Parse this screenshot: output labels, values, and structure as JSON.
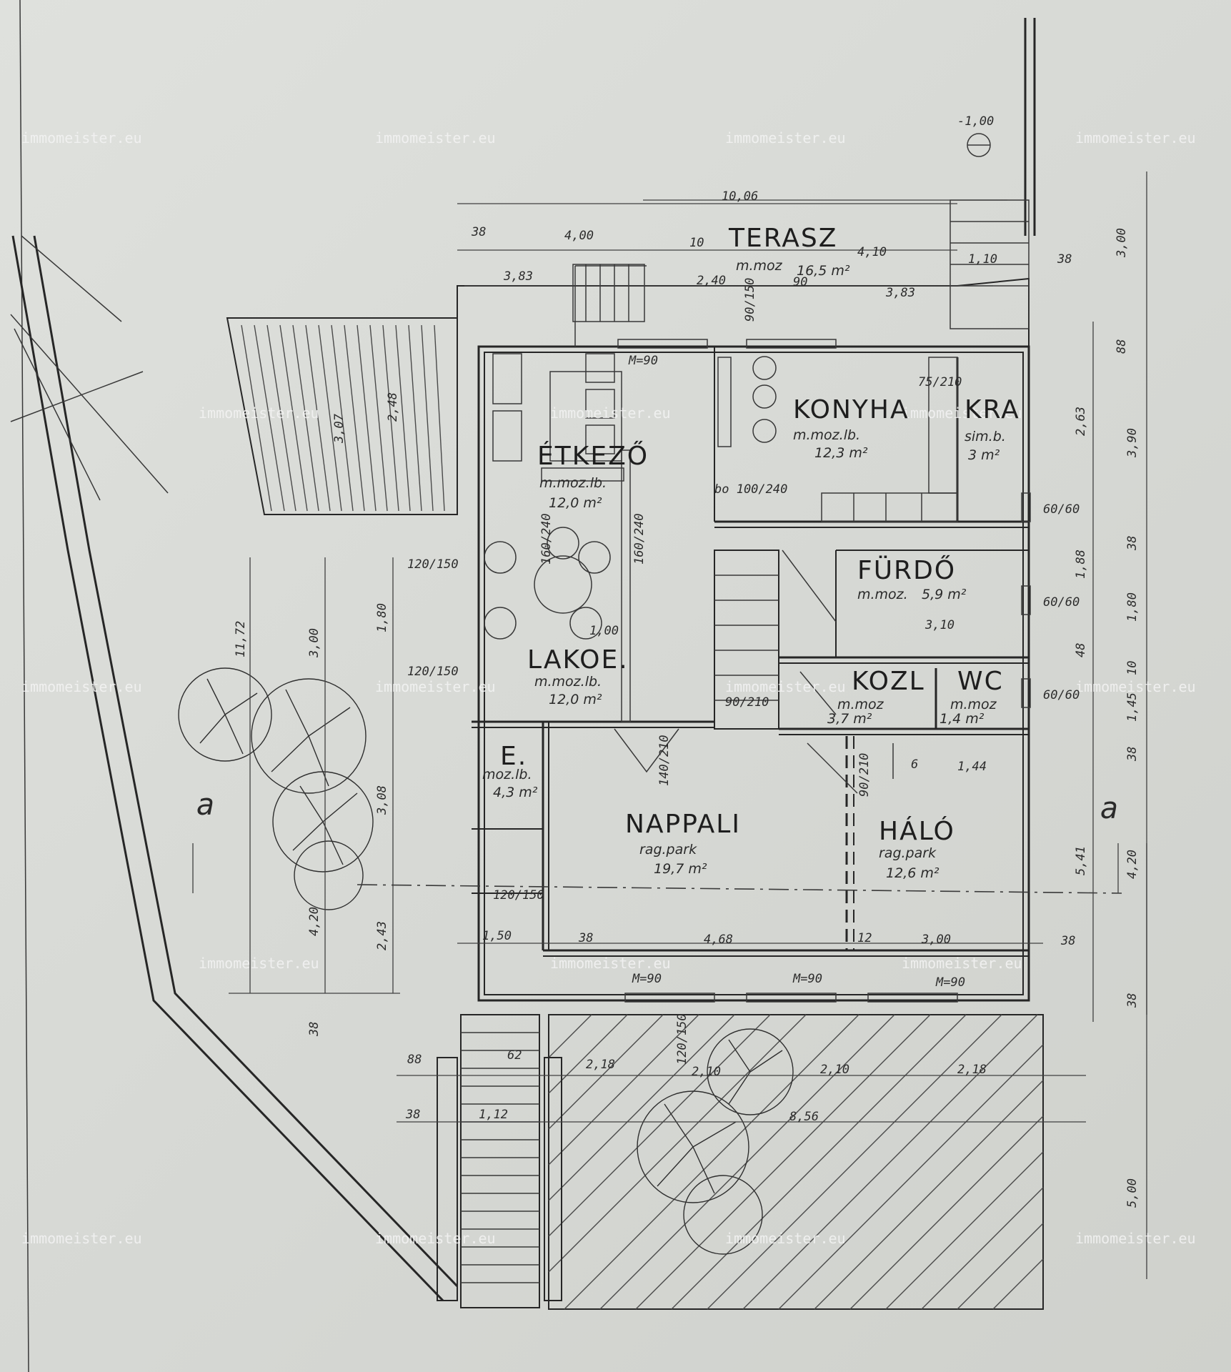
{
  "watermark": "immomeister.eu",
  "section_marker": "a",
  "rooms": {
    "terasz": {
      "name": "TERASZ",
      "floor": "m.moz",
      "area": "16,5 m²"
    },
    "etkezo": {
      "name": "ÉTKEZŐ",
      "floor": "m.moz.lb.",
      "area": "12,0 m²"
    },
    "konyha": {
      "name": "KONYHA",
      "floor": "m.moz.lb.",
      "area": "12,3 m²"
    },
    "kamra": {
      "name": "KRA",
      "floor": "sim.b.",
      "area": "3 m²"
    },
    "furdo": {
      "name": "FÜRDŐ",
      "floor": "m.moz.",
      "area": "5,9 m²"
    },
    "lakoe": {
      "name": "LAKOE.",
      "floor": "m.moz.lb.",
      "area": "12,0 m²"
    },
    "kozl": {
      "name": "KOZL",
      "floor": "m.moz",
      "area": "3,7 m²"
    },
    "wc": {
      "name": "WC",
      "floor": "m.moz",
      "area": "1,4 m²"
    },
    "eloszoba": {
      "name": "E.",
      "floor": "moz.lb.",
      "area": "4,3 m²"
    },
    "nappali": {
      "name": "NAPPALI",
      "floor": "rag.park",
      "area": "19,7 m²"
    },
    "halo": {
      "name": "HÁLÓ",
      "floor": "rag.park",
      "area": "12,6 m²"
    }
  },
  "dimensions": {
    "top_overall": "10,06",
    "t_38": "38",
    "t_400": "4,00",
    "t_10": "10",
    "t_410": "4,10",
    "t_110": "1,10",
    "t_38r": "38",
    "t_383": "3,83",
    "t_240": "2,40",
    "t_90": "90",
    "t_383r": "3,83",
    "r_300": "3,00",
    "r_88": "88",
    "r_263": "2,63",
    "r_390": "3,90",
    "r_188": "1,88",
    "r_38a": "38",
    "r_180": "1,80",
    "r_48": "48",
    "r_10": "10",
    "r_145": "1,45",
    "r_38b": "38",
    "r_541": "5,41",
    "r_420": "4,20",
    "r_38c": "38",
    "r_500": "5,00",
    "l_1172": "11,72",
    "l_300": "3,00",
    "l_180": "1,80",
    "l_308": "3,08",
    "l_420": "4,20",
    "l_243": "2,43",
    "l_307": "3,07",
    "l_248": "2,48",
    "l_38": "38",
    "b_88": "88",
    "b_62": "62",
    "b_218": "2,18",
    "b_210a": "2,10",
    "b_210b": "2,10",
    "b_218r": "2,18",
    "b_38": "38",
    "b_112": "1,12",
    "b_856": "8,56",
    "i_150": "1,50",
    "i_38": "38",
    "i_468": "4,68",
    "i_12": "12",
    "i_300": "3,00",
    "i_38r": "38",
    "i_310": "3,10",
    "i_144": "1,44",
    "i_6": "6",
    "i_100": "1,00",
    "sill_90a": "M=90",
    "sill_90b": "M=90",
    "sill_90c": "M=90",
    "sill_90d": "M=90",
    "door_120_150a": "120/150",
    "door_120_150b": "120/150",
    "door_120_150c": "120/150",
    "door_160_240a": "160/240",
    "door_160_240b": "160/240",
    "door_140_210": "140/210",
    "door_90_210a": "90/210",
    "door_90_210b": "90/210",
    "door_75_210": "75/210",
    "door_60_60a": "60/60",
    "door_60_60b": "60/60",
    "door_60_60c": "60/60",
    "door_100_240": "bo 100/240",
    "level_m100": "-1,00",
    "door_90_150": "90/150",
    "door_12_150": "120/150"
  }
}
